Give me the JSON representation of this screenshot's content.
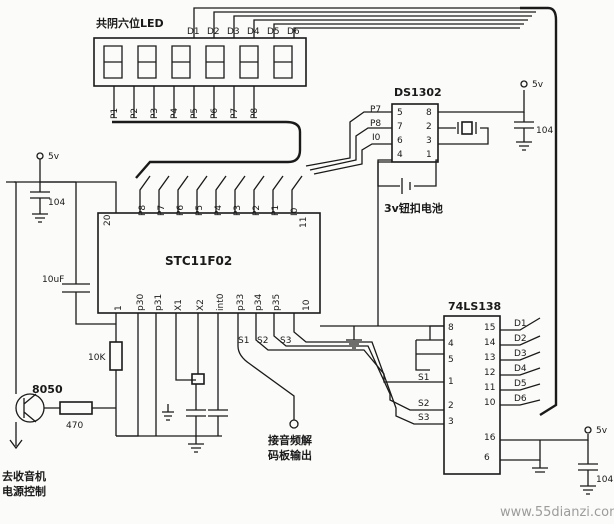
{
  "led": {
    "title": "共阴六位LED",
    "digit_labels": [
      "D1",
      "D2",
      "D3",
      "D4",
      "D5",
      "D6"
    ],
    "segment_labels": [
      "P1",
      "P2",
      "P3",
      "P4",
      "P5",
      "P6",
      "P7",
      "P8"
    ]
  },
  "mcu": {
    "name": "STC11F02",
    "pin_20": "20",
    "pin_11": "11",
    "top_pins": [
      "P8",
      "P7",
      "P6",
      "P5",
      "P4",
      "P3",
      "P2",
      "P1",
      "I0"
    ],
    "bottom_pins": [
      "1",
      "p30",
      "p31",
      "X1",
      "X2",
      "int0",
      "p33",
      "p34",
      "p35",
      "10"
    ]
  },
  "rtc": {
    "name": "DS1302",
    "pins_left": [
      "5",
      "7",
      "6",
      "4"
    ],
    "pins_right": [
      "8",
      "2",
      "3",
      "1"
    ],
    "signals": [
      "P7",
      "P8",
      "I0"
    ],
    "battery_label": "3v钮扣电池"
  },
  "decoder": {
    "name": "74LS138",
    "pins_left": [
      "8",
      "4",
      "5",
      "1",
      "2",
      "3"
    ],
    "pins_right": [
      "15",
      "14",
      "13",
      "12",
      "11",
      "10",
      "16",
      "6"
    ],
    "inputs": [
      "S1",
      "S2",
      "S3"
    ],
    "outputs": [
      "D1",
      "D2",
      "D3",
      "D4",
      "D5",
      "D6"
    ]
  },
  "select_lines": [
    "S1",
    "S2",
    "S3"
  ],
  "power": {
    "v5": "5v",
    "cap_104": "104",
    "cap_10uf": "10uF"
  },
  "transistor": {
    "name": "8050",
    "resistor_base": "470",
    "resistor_10k": "10K"
  },
  "labels": {
    "radio_ctrl_1": "去收音机",
    "radio_ctrl_2": "电源控制",
    "ir_out_1": "接音频解",
    "ir_out_2": "码板输出"
  },
  "watermark": "www.55dianzi.com"
}
